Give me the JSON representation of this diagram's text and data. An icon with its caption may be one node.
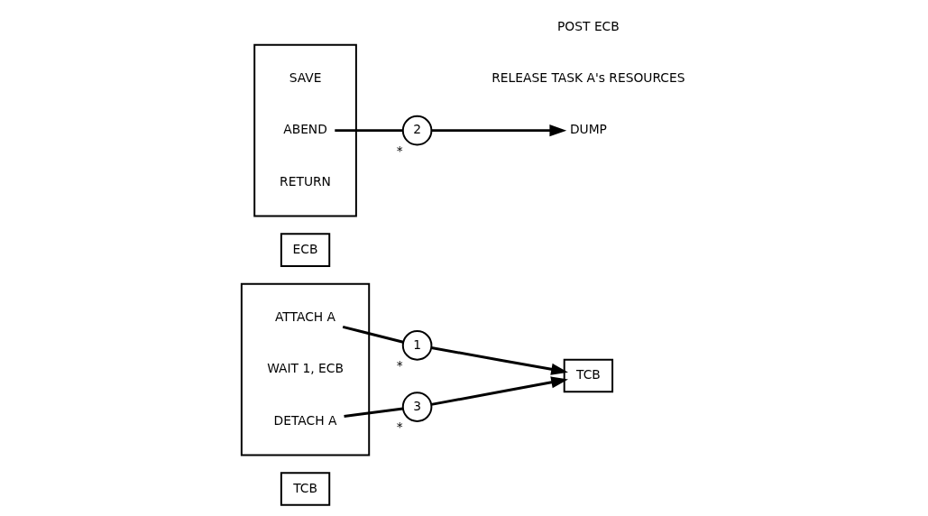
{
  "diagram": {
    "nodes": [
      {
        "text": [
          "TCB"
        ]
      },
      {
        "text": [],
        "shape": "box"
      },
      {
        "text": [
          "ATTACH A"
        ],
        "in": 1
      },
      {
        "text": [
          "WAIT 1, ECB"
        ],
        "in": 1
      },
      {
        "text": [
          "DETACH A"
        ],
        "in": 1
      },
      {
        "text": [
          "TCB"
        ]
      },
      {
        "text": [
          "ECB"
        ]
      },
      {
        "text": [],
        "shape": "box"
      },
      {
        "text": [
          "SAVE"
        ],
        "in": 7
      },
      {
        "text": [
          "ABEND"
        ],
        "in": 7
      },
      {
        "text": [
          "RETURN"
        ],
        "in": 7
      },
      {
        "text": [
          "1"
        ],
        "beside": [
          "*"
        ]
      },
      {
        "text": [
          "3"
        ],
        "beside": [
          "*"
        ]
      },
      {
        "text": [
          "2"
        ],
        "beside": [
          "*"
        ]
      },
      {
        "text": [
          "DUMP"
        ]
      }
    ],
    "edges": [
      {
        "from": 2,
        "to": 11,
        "arrow": "none"
      },
      {
        "from": 11,
        "to": 5,
        "arrow": "to"
      },
      {
        "from": 4,
        "to": 12,
        "arrow": "none"
      },
      {
        "from": 12,
        "to": 5,
        "arrow": "to"
      },
      {
        "from": 9,
        "to": 13,
        "arrow": "none"
      },
      {
        "from": 13,
        "to": 14,
        "arrow": "to"
      }
    ],
    "labels": [
      "RELEASE TASK A's RESOURCES",
      "POST ECB"
    ]
  }
}
